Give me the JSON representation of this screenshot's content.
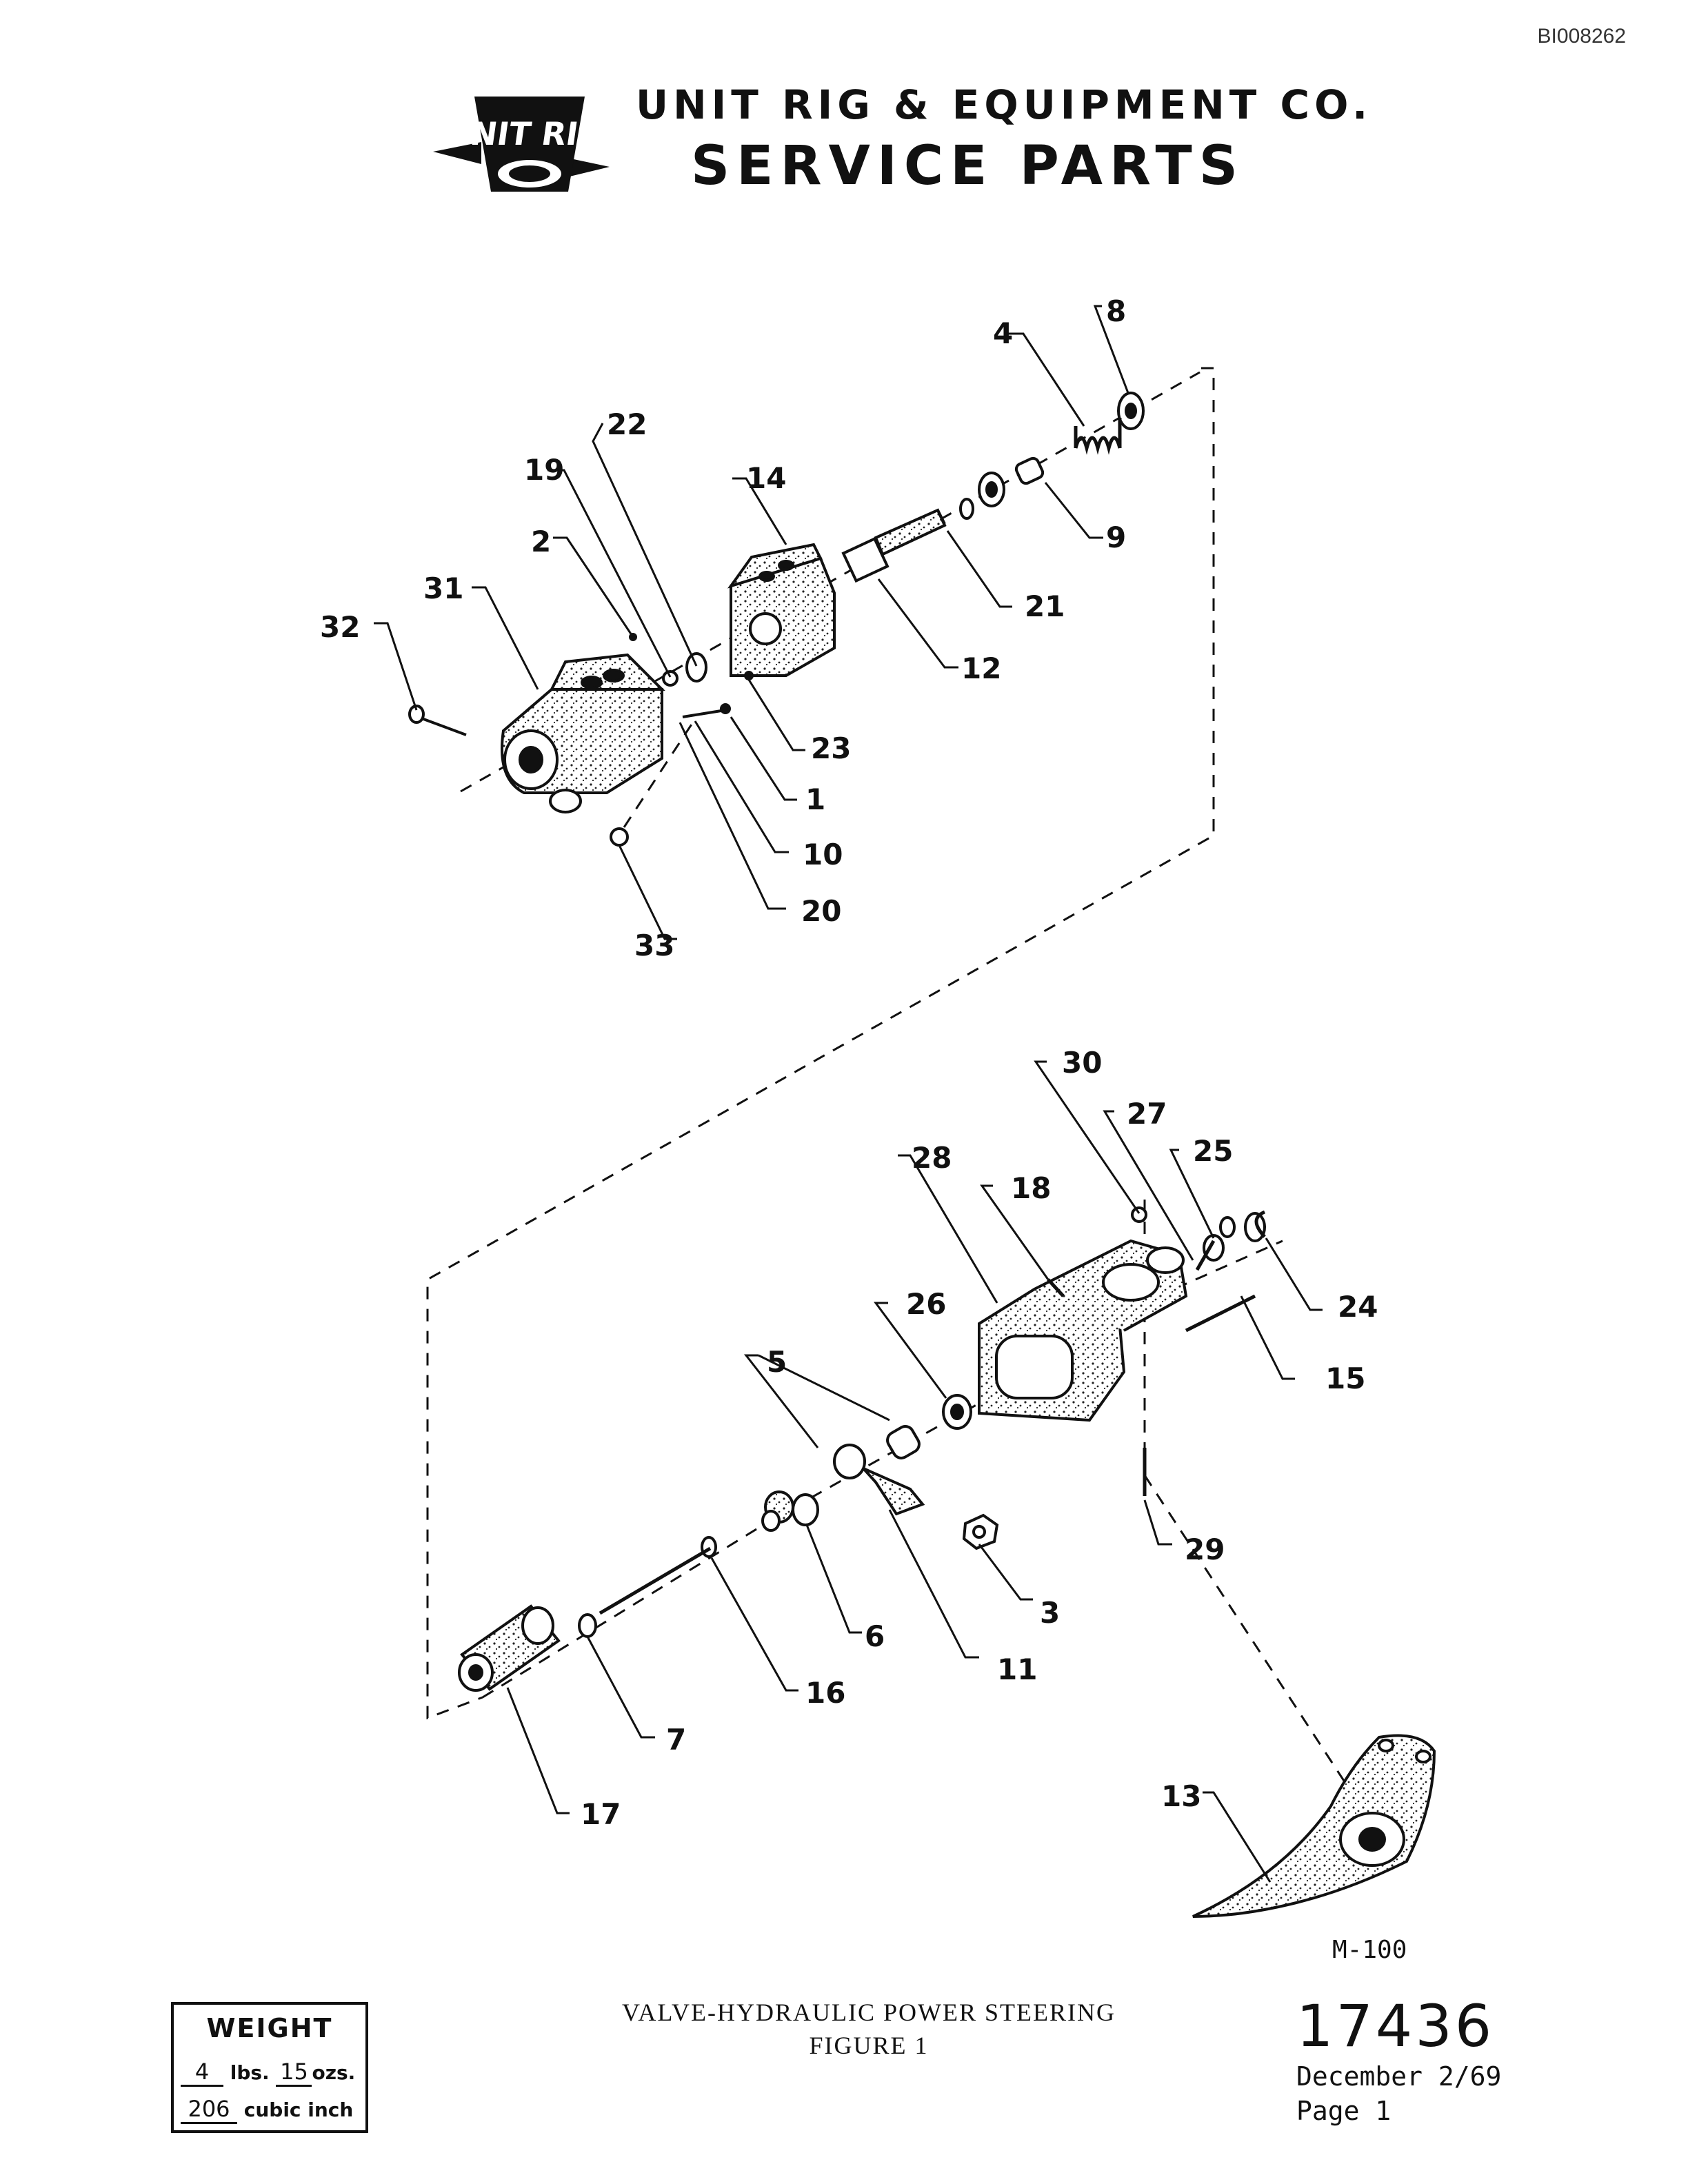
{
  "header": {
    "doc_id": "BI008262",
    "company": "UNIT RIG & EQUIPMENT CO.",
    "title": "SERVICE PARTS",
    "logo_text": "UNIT RIG"
  },
  "callouts": [
    "1",
    "2",
    "3",
    "4",
    "5",
    "6",
    "7",
    "8",
    "9",
    "10",
    "11",
    "12",
    "13",
    "14",
    "15",
    "16",
    "17",
    "18",
    "19",
    "20",
    "21",
    "22",
    "23",
    "24",
    "25",
    "26",
    "27",
    "28",
    "29",
    "30",
    "31",
    "32",
    "33"
  ],
  "footer": {
    "model": "M-100",
    "caption_line1": "VALVE-HYDRAULIC POWER STEERING",
    "caption_line2": "FIGURE 1",
    "part_number": "17436",
    "date": "December 2/69",
    "page": "Page 1"
  },
  "weight": {
    "title": "WEIGHT",
    "lbs": "4",
    "lbs_unit": "lbs.",
    "ozs": "15",
    "ozs_unit": "ozs.",
    "cubic": "206",
    "cubic_unit": "cubic inch"
  }
}
